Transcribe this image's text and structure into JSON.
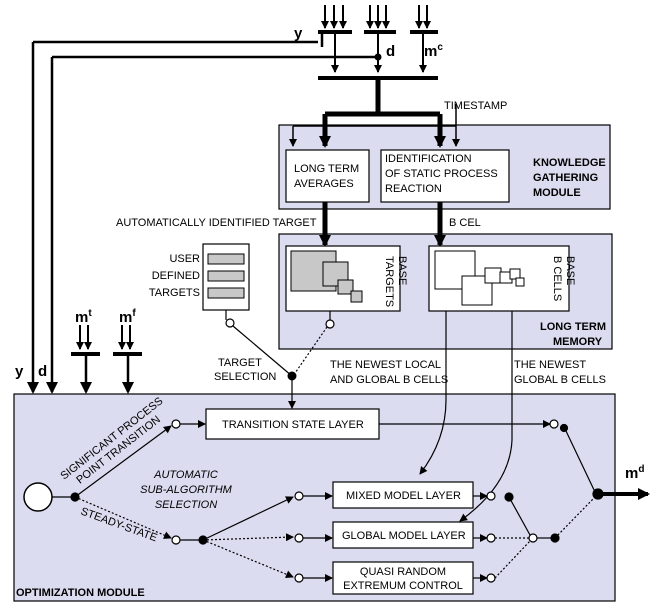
{
  "colors": {
    "module_fill": "#dcdcf0",
    "box_fill": "#ffffff",
    "gray_fill": "#c8c8c8",
    "stroke": "#000000"
  },
  "inputs": {
    "y": "y",
    "d": "d",
    "mc_base": "m",
    "mc_sup": "c",
    "mt_base": "m",
    "mt_sup": "t",
    "mf_base": "m",
    "mf_sup": "f",
    "y_left": "y",
    "d_left": "d"
  },
  "output": {
    "base": "m",
    "sup": "d"
  },
  "timestamp": "TIMESTAMP",
  "knowledge_module": {
    "title_lines": [
      "KNOWLEDGE",
      "GATHERING",
      "MODULE"
    ],
    "long_term_averages": [
      "LONG TERM",
      "AVERAGES"
    ],
    "identification": [
      "IDENTIFICATION",
      "OF STATIC PROCESS",
      "REACTION"
    ]
  },
  "labels": {
    "auto_target": "AUTOMATICALLY IDENTIFIED TARGET",
    "b_cel": "B CEL",
    "newest_local": [
      "THE NEWEST LOCAL",
      "AND GLOBAL B CELLS"
    ],
    "newest_global": [
      "THE NEWEST",
      "GLOBAL B CELLS"
    ],
    "target_selection": [
      "TARGET",
      "SELECTION"
    ],
    "significant": [
      "SIGNIFICANT PROCESS",
      "POINT TRANSITION"
    ],
    "steady_state": "STEADY-STATE",
    "auto_sub": [
      "AUTOMATIC",
      "SUB-ALGORITHM",
      "SELECTION"
    ]
  },
  "user_targets": [
    "USER",
    "DEFINED",
    "TARGETS"
  ],
  "memory_module": {
    "title_lines": [
      "LONG TERM",
      "MEMORY"
    ],
    "targets_base": [
      "TARGETS",
      "BASE"
    ],
    "bcells_base": [
      "B CELLS",
      "BASE"
    ]
  },
  "optimization_module": {
    "title": "OPTIMIZATION MODULE",
    "transition_layer": "TRANSITION  STATE LAYER",
    "mixed_layer": "MIXED MODEL LAYER",
    "global_layer": "GLOBAL MODEL LAYER",
    "quasi_random": [
      "QUASI RANDOM",
      "EXTREMUM CONTROL"
    ]
  }
}
